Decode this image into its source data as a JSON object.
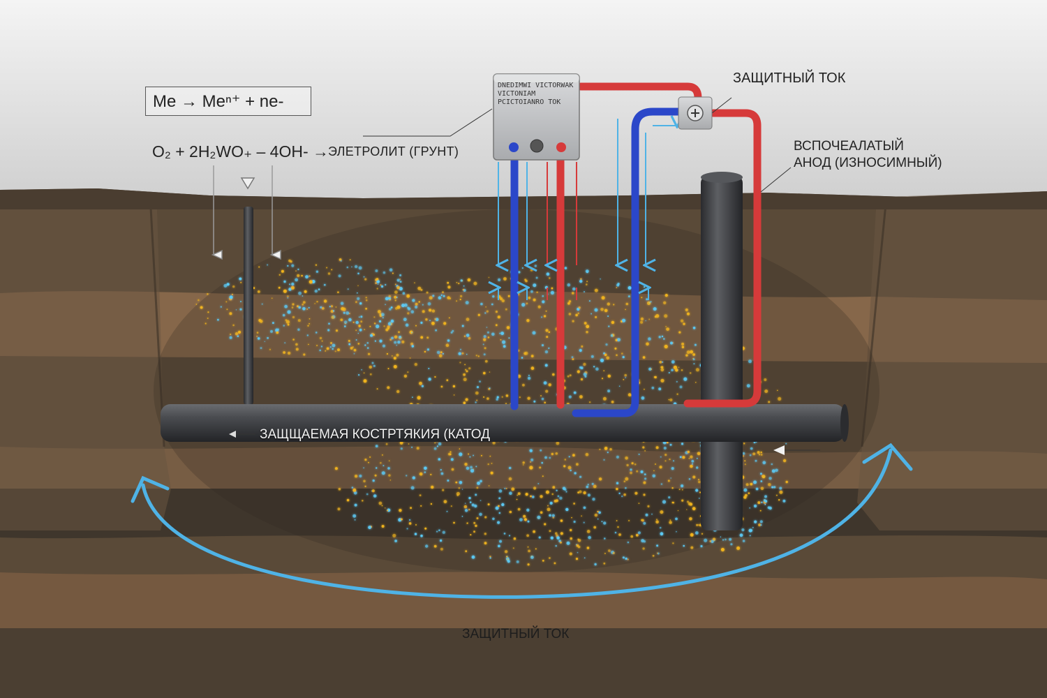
{
  "equations": {
    "anodic": "Me → Meⁿ⁺ + ne-",
    "cathodic": "O₂ + 2H₂WO₊ – 4OH- →"
  },
  "labels": {
    "electrolyte": "ЭЛЕТРОЛИТ (ГРУНТ)",
    "protective_current_top": "ЗАЩИТНЫЙ ТОК",
    "anode_line1": "ВСПОЧЕАЛАТЫЙ",
    "anode_line2": "АНОД (ИЗНОСИМНЫЙ)",
    "cathode": "ЗАЩЩАЕМАЯ КОСТРТЯКИЯ (КАТОД",
    "protective_current_bottom": "ЗАЩИТНЫЙ ТОК"
  },
  "source_box": {
    "line1": "DNEDIMWI VICTORWAK",
    "line2": "VICTONIAM",
    "line3": "PCICTOIANRO TOK",
    "terminal_minus": "−",
    "terminal_plus": "+"
  },
  "junction_symbol": "+",
  "colors": {
    "negative_wire": "#2b47c9",
    "positive_wire": "#d63a3a",
    "current_arrow": "#4fb3e6",
    "particles_gold": "#f2b51f",
    "particles_blue": "#5ccaf5",
    "pipe": "#3d3f42",
    "soil_dark": "#4f4334",
    "soil_light": "#8b6a4c",
    "sky": "#d8d8d8"
  }
}
